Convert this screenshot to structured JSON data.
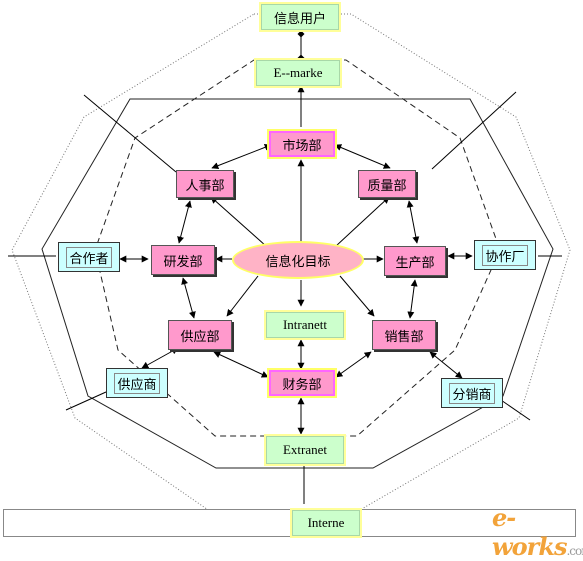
{
  "nodes": {
    "info_user": "信息用户",
    "emarket": "E--marke",
    "market_dept": "市场部",
    "hr_dept": "人事部",
    "quality_dept": "质量部",
    "partner": "合作者",
    "rd_dept": "研发部",
    "center_goal": "信息化目标",
    "production_dept": "生产部",
    "cofactory": "协作厂",
    "supply_dept": "供应部",
    "intranet": "Intranett",
    "sales_dept": "销售部",
    "supplier": "供应商",
    "finance_dept": "财务部",
    "distributor": "分销商",
    "extranet": "Extranet",
    "internet": "Interne"
  },
  "watermark": {
    "text": "e-works",
    "suffix": ".com"
  },
  "colors": {
    "dept_fill": "#ff99cc",
    "network_fill": "#ccffcc",
    "partner_fill": "#ccffff",
    "center_fill": "#ffb3c6",
    "highlight_border": "#ffff66"
  }
}
